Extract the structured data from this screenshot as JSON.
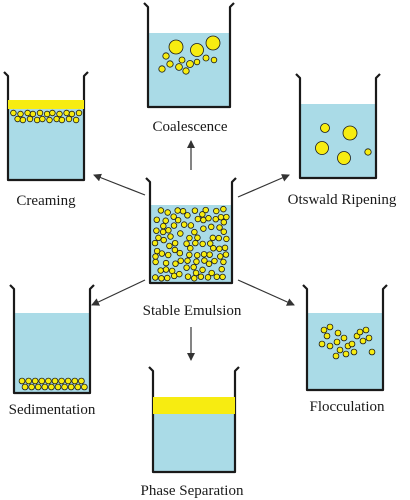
{
  "center": {
    "label": "Stable Emulsion"
  },
  "outcomes": [
    {
      "id": "coalescence",
      "label": "Coalescence"
    },
    {
      "id": "creaming",
      "label": "Creaming"
    },
    {
      "id": "ostwald",
      "label": "Otswald Ripening"
    },
    {
      "id": "sedimentation",
      "label": "Sedimentation"
    },
    {
      "id": "flocculation",
      "label": "Flocculation"
    },
    {
      "id": "phase-separation",
      "label": "Phase Separation"
    }
  ],
  "colors": {
    "liquid": "#aadbe7",
    "droplet": "#f7ec11",
    "droplet_stroke": "#1a1a1a",
    "outline": "#1a1a1a",
    "arrow": "#333333"
  }
}
